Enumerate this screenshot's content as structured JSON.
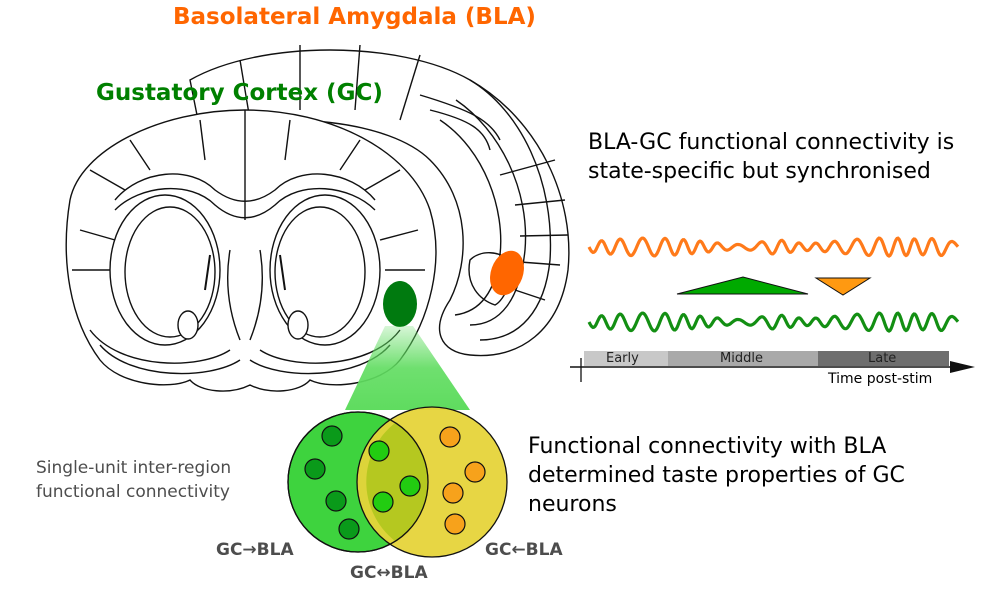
{
  "titles": {
    "bla": "Basolateral Amygdala (BLA)",
    "gc": "Gustatory Cortex (GC)"
  },
  "colors": {
    "bla_orange": "#ff6600",
    "gc_green": "#008000",
    "venn_green": "#3ed33e",
    "venn_yellow": "#e6d43a",
    "overlap": "#b5c820",
    "neuron_dark_green": "#0a9a1a",
    "neuron_bright_green": "#22cc11",
    "neuron_orange": "#f7a21b",
    "cone_green": "#5fdc5f",
    "event_green": "#00aa00",
    "event_orange": "#ff9911"
  },
  "annotations": {
    "sync_text": "BLA-GC functional connectivity is state-specific but synchronised",
    "taste_text": "Functional connectivity with BLA determined taste properties of GC neurons",
    "unit_text": "Single-unit inter-region functional connectivity"
  },
  "timeline": {
    "epochs": [
      {
        "label": "Early",
        "color": "#c8c8c8"
      },
      {
        "label": "Middle",
        "color": "#a9a9a9"
      },
      {
        "label": "Late",
        "color": "#6e6e6e"
      }
    ],
    "axis_label": "Time post-stim"
  },
  "venn": {
    "labels": {
      "left": "GC→BLA",
      "middle": "GC↔BLA",
      "right": "GC←BLA"
    }
  }
}
